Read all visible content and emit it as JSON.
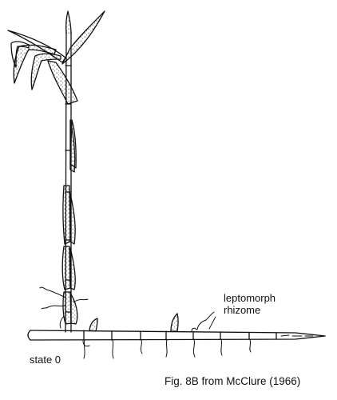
{
  "labels": {
    "leptomorph": "leptomorph",
    "rhizome": "rhizome",
    "state": "state 0",
    "caption": "Fig. 8B from McClure (1966)"
  },
  "colors": {
    "ink": "#111111",
    "background": "#ffffff"
  }
}
